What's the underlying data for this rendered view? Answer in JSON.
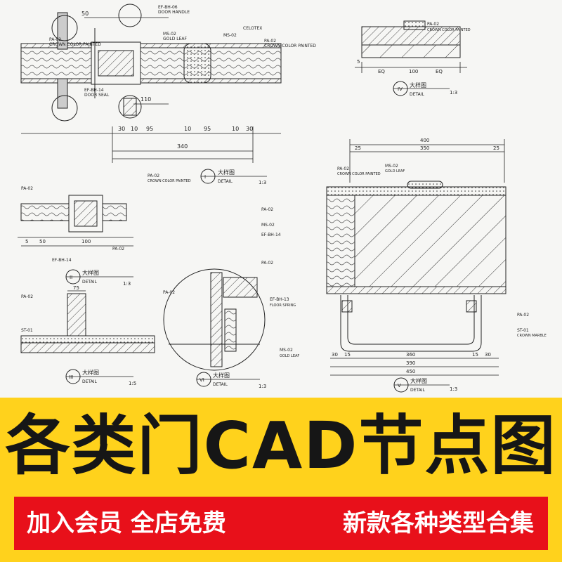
{
  "title": "各类门CAD节点图",
  "promo": {
    "left": "加入会员  全店免费",
    "right": "新款各种类型合集"
  },
  "colors": {
    "banner_bg": "#ffd21c",
    "strip_bg": "#e8101a",
    "title_text": "#161616",
    "strip_text": "#ffffff"
  },
  "drawing": {
    "details": [
      {
        "num": "IV",
        "label": "大样图",
        "sub": "DETAIL",
        "scale": "1:3"
      },
      {
        "num": "I",
        "label": "大样图",
        "sub": "DETAIL",
        "scale": "1:3"
      },
      {
        "num": "II",
        "label": "大样图",
        "sub": "DETAIL",
        "scale": "1:3"
      },
      {
        "num": "III",
        "label": "大样图",
        "sub": "DETAIL",
        "scale": "1:5"
      },
      {
        "num": "VI",
        "label": "大样图",
        "sub": "DETAIL",
        "scale": "1:3"
      },
      {
        "num": "V",
        "label": "大样图",
        "sub": "DETAIL",
        "scale": "1:3"
      }
    ],
    "dims_a": [
      "30",
      "10",
      "95",
      "10",
      "95",
      "10",
      "30"
    ],
    "dim_a_total": "340",
    "dim_a_top": "50",
    "dim_a_mid": "110",
    "dims_b": [
      "EQ",
      "100",
      "EQ"
    ],
    "dim_b_top": "5",
    "dims_c_top": "400",
    "dims_c_sub": [
      "25",
      "350",
      "25"
    ],
    "dims_c_bottom": [
      "30",
      "15",
      "360",
      "15",
      "30"
    ],
    "dims_c_bottom_sub": [
      "390",
      "450"
    ],
    "dims_d": [
      "5",
      "50",
      "100"
    ],
    "dim_e": "75",
    "labels": {
      "pa02": "PA-02",
      "ms02": "MS-02",
      "ef14": "EF-BH-14",
      "ef13": "EF-BH-13",
      "ef06": "EF-BH-06",
      "st01": "ST-01",
      "crown": "CROWN COLOR PAINTED",
      "gold": "GOLD LEAF",
      "celotex": "CELOTEX",
      "door_handle": "DOOR HANDLE",
      "door_seal": "DOOR SEAL",
      "floor_spring": "FLOOR SPRING",
      "crown_marble": "CROWN MARBLE"
    }
  }
}
